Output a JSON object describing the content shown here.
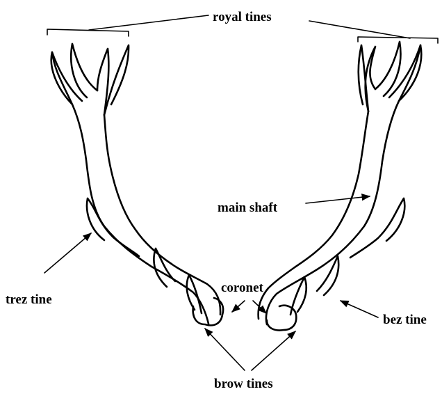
{
  "diagram": {
    "labels": {
      "royal_tines": "royal tines",
      "main_shaft": "main shaft",
      "trez_tine": "trez tine",
      "coronet": "coronet",
      "bez_tine": "bez tine",
      "brow_tines": "brow tines"
    },
    "colors": {
      "ink": "#000000",
      "background": "#ffffff"
    }
  }
}
